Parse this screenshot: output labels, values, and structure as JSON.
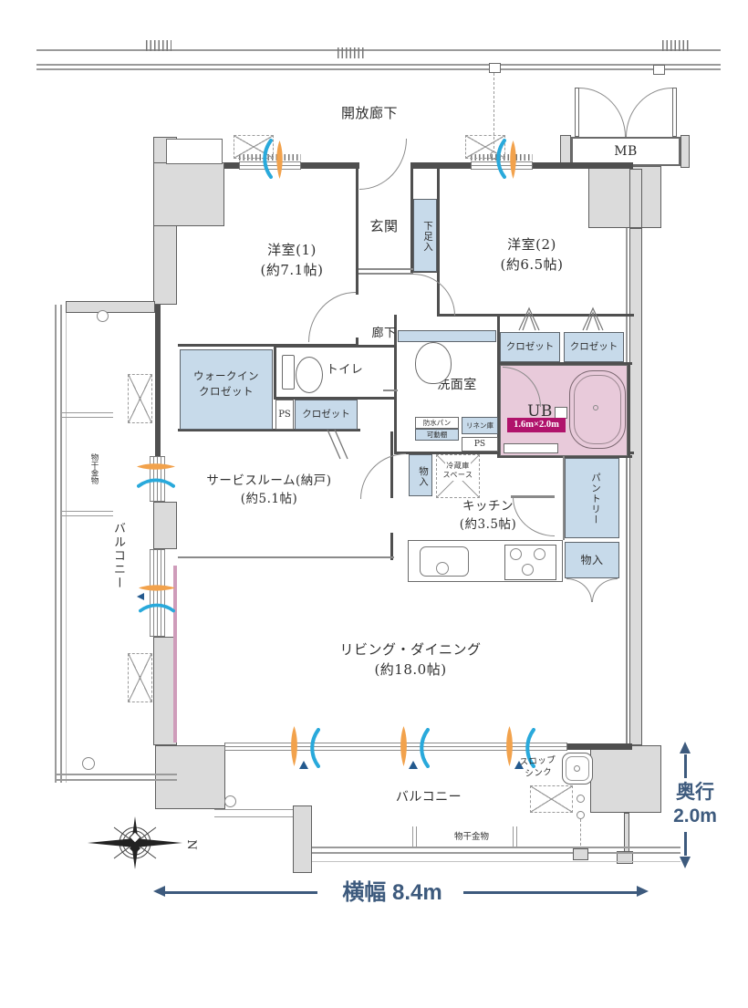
{
  "corridor": {
    "label": "開放廊下"
  },
  "mb": {
    "label": "MB"
  },
  "rooms": {
    "western1": {
      "name": "洋室(1)",
      "size": "(約7.1帖)"
    },
    "western2": {
      "name": "洋室(2)",
      "size": "(約6.5帖)"
    },
    "entrance": {
      "name": "玄関"
    },
    "shoe_box": {
      "name": "下足入"
    },
    "hallway": {
      "name": "廊下"
    },
    "toilet": {
      "name": "トイレ"
    },
    "walk_in_closet": {
      "line1": "ウォークイン",
      "line2": "クロゼット"
    },
    "closet": {
      "name": "クロゼット"
    },
    "ps": {
      "name": "PS"
    },
    "washroom": {
      "name": "洗面室"
    },
    "waterproof_pan": {
      "name": "防水パン"
    },
    "movable_shelf": {
      "name": "可動棚"
    },
    "linen": {
      "name": "リネン庫"
    },
    "ub": {
      "name": "UB",
      "size": "1.6m×2.0m"
    },
    "storage": {
      "name": "物入"
    },
    "fridge": {
      "line1": "冷蔵庫",
      "line2": "スペース"
    },
    "kitchen": {
      "name": "キッチン",
      "size": "(約3.5帖)"
    },
    "pantry": {
      "name": "パントリー"
    },
    "service": {
      "name": "サービスルーム(納戸)",
      "size": "(約5.1帖)"
    },
    "living": {
      "name": "リビング・ダイニング",
      "size": "(約18.0帖)"
    }
  },
  "balcony": {
    "left_label": "バルコニー",
    "bottom_label": "バルコニー",
    "laundry_label": "物干金物",
    "slop_sink_line1": "スロップ",
    "slop_sink_line2": "シンク"
  },
  "dimensions": {
    "width": "横幅 8.4m",
    "depth_line1": "奥行",
    "depth_line2": "2.0m"
  },
  "compass": {
    "north": "N"
  },
  "colors": {
    "closet_fill": "#c7daea",
    "bath_fill": "#e8cada",
    "badge": "#b0136b",
    "dimension_text": "#3d5a7d",
    "airflow_orange": "#f2a24c",
    "airflow_blue": "#29a9db"
  }
}
